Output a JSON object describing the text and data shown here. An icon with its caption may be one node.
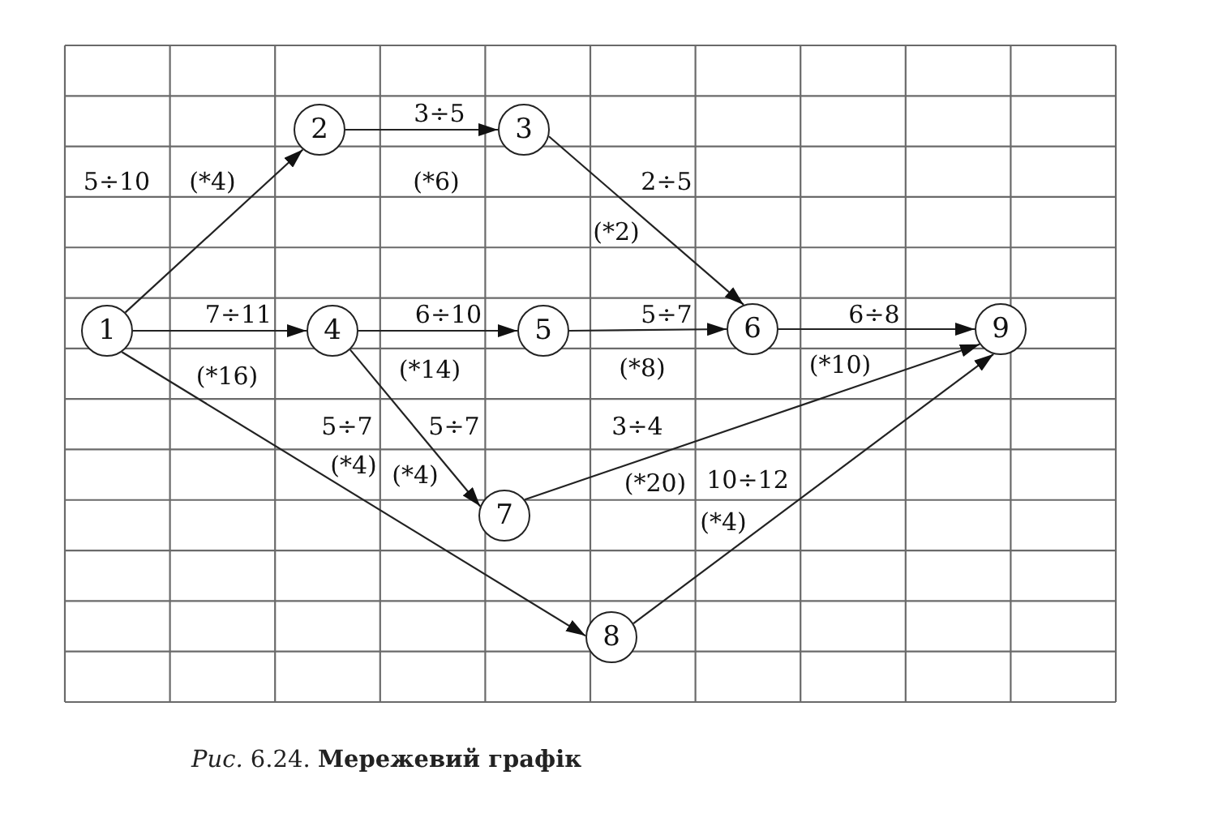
{
  "diagram": {
    "caption": "*Рис.* 6.24. **Мережевий графік**",
    "nodes": [
      {
        "text": [
          "1"
        ]
      },
      {
        "text": [
          "2"
        ]
      },
      {
        "text": [
          "3"
        ]
      },
      {
        "text": [
          "4"
        ]
      },
      {
        "text": [
          "5"
        ]
      },
      {
        "text": [
          "6"
        ]
      },
      {
        "text": [
          "7"
        ]
      },
      {
        "text": [
          "8"
        ]
      },
      {
        "text": [
          "9"
        ]
      }
    ],
    "edges": [
      {
        "from": 0,
        "to": 1,
        "arrow": "to"
      },
      {
        "from": 1,
        "to": 2,
        "arrow": "to"
      },
      {
        "from": 2,
        "to": 5,
        "arrow": "to"
      },
      {
        "from": 0,
        "to": 3,
        "arrow": "to"
      },
      {
        "from": 3,
        "to": 4,
        "arrow": "to"
      },
      {
        "from": 4,
        "to": 5,
        "arrow": "to"
      },
      {
        "from": 5,
        "to": 8,
        "arrow": "to"
      },
      {
        "from": 3,
        "to": 6,
        "arrow": "to"
      },
      {
        "from": 0,
        "to": 7,
        "arrow": "to"
      },
      {
        "from": 6,
        "to": 8,
        "arrow": "to"
      },
      {
        "from": 7,
        "to": 8,
        "arrow": "to"
      }
    ],
    "labels": [
      "3÷5",
      "5÷10",
      "(*4)",
      "(*6)",
      "2÷5",
      "(*2)",
      "7÷11",
      "6÷10",
      "5÷7",
      "6÷8",
      "(*16)",
      "(*14)",
      "(*8)",
      "(*10)",
      "5÷7",
      "5÷7",
      "3÷4",
      "(*4)",
      "(*4)",
      "(*20)",
      "10÷12",
      "(*4)"
    ]
  }
}
